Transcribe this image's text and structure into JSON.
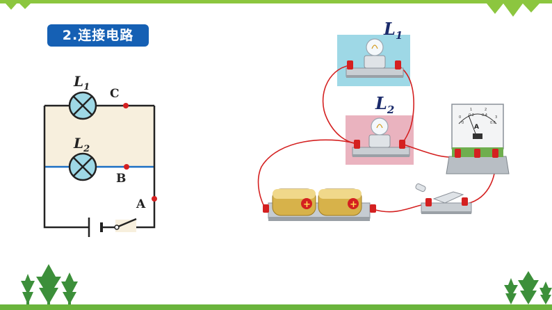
{
  "section_title": "2.连接电路",
  "schematic": {
    "lamp1": {
      "letter": "L",
      "subscript": "1"
    },
    "lamp2": {
      "letter": "L",
      "subscript": "2"
    },
    "point_c": "C",
    "point_b": "B",
    "point_a": "A"
  },
  "photo": {
    "lamp1": {
      "letter": "L",
      "subscript": "1"
    },
    "lamp2": {
      "letter": "L",
      "subscript": "2"
    },
    "ammeter_unit": "A",
    "ammeter_scale": [
      "0",
      "1",
      "2",
      "3"
    ],
    "ammeter_scale_small": [
      "0",
      "0.2",
      "0.4",
      "0.6"
    ],
    "battery_sign": "+"
  },
  "colors": {
    "title_bg": "#1560b4",
    "wire_red": "#d42020",
    "branch_blue": "#1a6fc4",
    "beige_fill": "#f7efdd",
    "lamp_cyan": "#9ed8e6",
    "lamp_pink": "#eab3bf",
    "green_bar": "#8cc63f"
  }
}
